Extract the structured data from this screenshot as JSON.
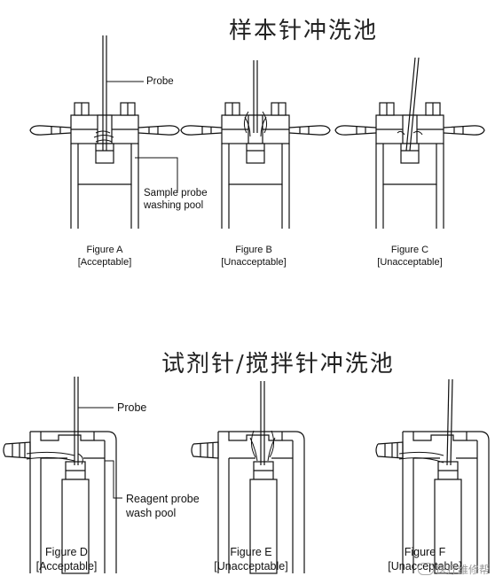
{
  "section1": {
    "title": "样本针冲洗池"
  },
  "section2": {
    "title": "试剂针/搅拌针冲洗池"
  },
  "callouts": {
    "probe_top": "Probe",
    "sample_pool_line1": "Sample probe",
    "sample_pool_line2": "washing pool",
    "probe_bottom": "Probe",
    "reagent_pool_line1": "Reagent probe",
    "reagent_pool_line2": "wash pool"
  },
  "figures": [
    {
      "name": "Figure A",
      "status": "[Acceptable]"
    },
    {
      "name": "Figure B",
      "status": "[Unacceptable]"
    },
    {
      "name": "Figure C",
      "status": "[Unacceptable]"
    },
    {
      "name": "Figure D",
      "status": "[Acceptable]"
    },
    {
      "name": "Figure E",
      "status": "[Unacceptable]"
    },
    {
      "name": "Figure F",
      "status": "[Unacceptable]"
    }
  ],
  "watermark": {
    "text": "医疗维修帮"
  }
}
